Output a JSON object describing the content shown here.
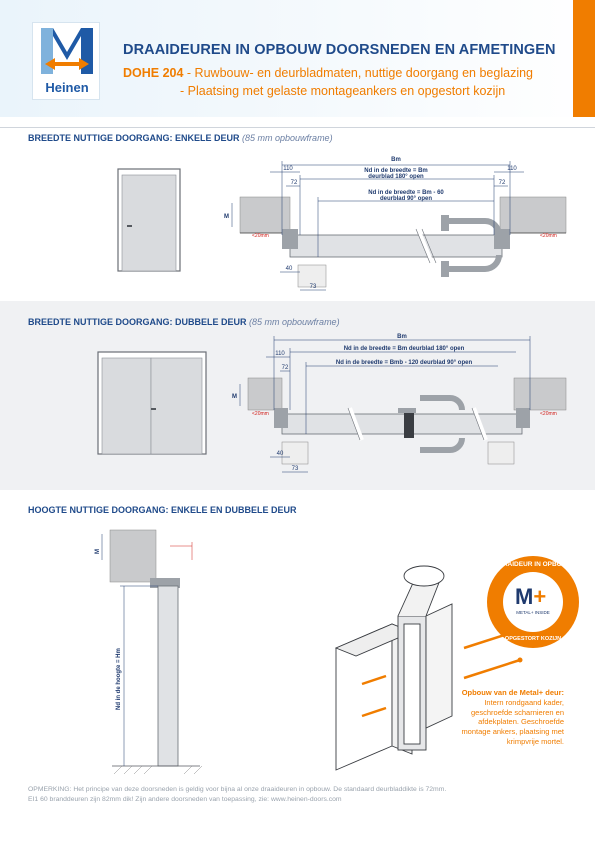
{
  "header": {
    "brand": "Heinen",
    "title": "DRAAIDEUREN IN OPBOUW DOORSNEDEN EN AFMETINGEN",
    "code": "DOHE 204",
    "line1": " - Ruwbouw- en deurbladmaten, nuttige doorgang en beglazing",
    "line2": "- Plaatsing met gelaste montageankers en opgestort kozijn"
  },
  "sections": [
    {
      "title": "BREEDTE NUTTIGE DOORGANG: ENKELE DEUR",
      "note": "(85 mm opbouwframe)",
      "labels": {
        "bm": "Bm",
        "nd180": "Nd in de breedte = Bm",
        "nd180b": "deurblad 180° open",
        "nd90": "Nd in de breedte = Bm - 60",
        "nd90b": "deurblad 90° open",
        "d110": "110",
        "d72": "72",
        "d40": "40",
        "d73": "73",
        "m": "M",
        "red": "<20mm"
      }
    },
    {
      "title": "BREEDTE NUTTIGE DOORGANG: DUBBELE DEUR",
      "note": "(85 mm opbouwframe)",
      "labels": {
        "bm": "Bm",
        "nd180": "Nd in de breedte = Bm deurblad 180° open",
        "nd90": "Nd in de breedte = Bmb - 120 deurblad 90° open",
        "d110": "110",
        "d72": "72",
        "d40": "40",
        "d73": "73",
        "m": "M",
        "red": "<20mm"
      }
    },
    {
      "title": "HOOGTE NUTTIGE DOORGANG: ENKELE EN DUBBELE DEUR",
      "labels": {
        "nd_height": "Nd in de hoogte = Hm",
        "m": "M"
      }
    }
  ],
  "badge": {
    "top": "DRAAIDEUR IN OPBOUW",
    "logo_m": "M",
    "logo_plus": "+",
    "logo_sub": "METAL+ INSIDE",
    "bottom": "OPGESTORT KOZIJN"
  },
  "callout": {
    "title": "Opbouw van de Metal+ deur:",
    "text": "Intern rondgaand kader, geschroefde scharnieren en afdekplaten. Geschroefde montage ankers, plaatsing met krimpvrije mortel."
  },
  "footer": {
    "line1": "OPMERKING: Het principe van deze doorsneden is geldig voor bijna al onze draaideuren in opbouw. De standaard deurbladdikte is 72mm.",
    "line2": "EI1 60 branddeuren zijn 82mm dik! Zijn andere doorsneden van toepassing, zie: www.heinen-doors.com"
  },
  "colors": {
    "navy": "#1f4a8a",
    "orange": "#f07d00",
    "red_dim": "#d0201b",
    "wall": "#c9cacc",
    "door": "#e0e2e5"
  }
}
